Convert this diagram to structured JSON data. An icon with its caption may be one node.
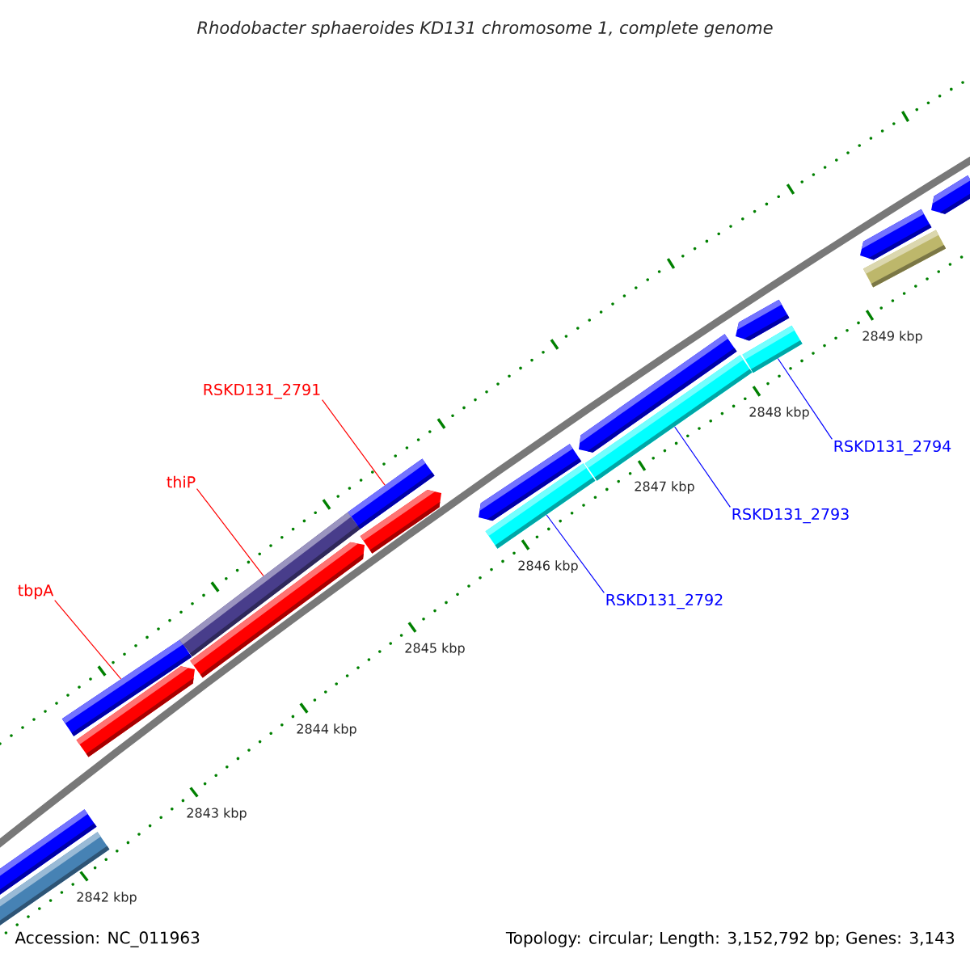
{
  "diagram": {
    "title": "Rhodobacter sphaeroides KD131 chromosome 1, complete genome",
    "nodes": [
      {
        "text": [
          "RSKD131_2791"
        ]
      },
      {
        "text": [
          "thiP"
        ]
      },
      {
        "text": [
          "tbpA"
        ]
      },
      {
        "text": [
          "RSKD131_2794"
        ]
      },
      {
        "text": [
          "RSKD131_2793"
        ]
      },
      {
        "text": [
          "RSKD131_2792"
        ]
      },
      {
        "text": [],
        "shape": "bar"
      },
      {
        "text": [],
        "shape": "bar"
      },
      {
        "text": [],
        "shape": "bar"
      },
      {
        "text": [],
        "shape": "bar"
      },
      {
        "text": [],
        "shape": "bar"
      },
      {
        "text": [],
        "shape": "bar"
      },
      {
        "text": [],
        "shape": "bar"
      },
      {
        "text": [],
        "shape": "bar"
      },
      {
        "text": [],
        "shape": "bar"
      },
      {
        "text": [],
        "shape": "bar"
      },
      {
        "text": [],
        "shape": "bar"
      },
      {
        "text": [],
        "shape": "bar"
      },
      {
        "text": [],
        "shape": "bar"
      },
      {
        "text": [],
        "shape": "bar"
      },
      {
        "text": [],
        "shape": "bar"
      },
      {
        "text": [],
        "shape": "bar"
      },
      {
        "text": [],
        "shape": "bar"
      }
    ],
    "edges": [
      {
        "from": 2,
        "to": 8,
        "arrow": "none",
        "color": "#ff0000"
      },
      {
        "from": 1,
        "to": 10,
        "arrow": "none",
        "color": "#ff0000"
      },
      {
        "from": 0,
        "to": 12,
        "arrow": "none",
        "color": "#ff0000"
      },
      {
        "from": 5,
        "to": 15,
        "arrow": "none",
        "color": "#0000ff"
      },
      {
        "from": 4,
        "to": 17,
        "arrow": "none",
        "color": "#0000ff"
      },
      {
        "from": 3,
        "to": 19,
        "arrow": "none",
        "color": "#0000ff"
      }
    ],
    "labels": [
      "2842 kbp",
      "2843 kbp",
      "2844 kbp",
      "2845 kbp",
      "2846 kbp",
      "2847 kbp",
      "2848 kbp",
      "2849 kbp",
      "Accession: NC_011963",
      "Topology: circular; Length: 3,152,792 bp; Genes: 3,143"
    ]
  }
}
